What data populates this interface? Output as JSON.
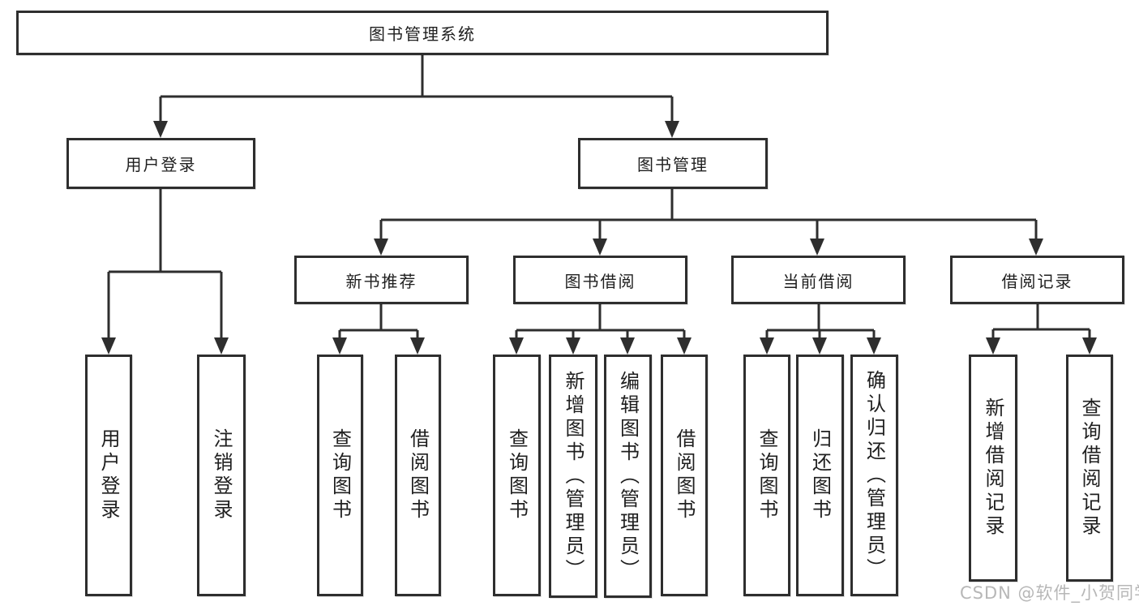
{
  "diagram": {
    "root": {
      "label": "图书管理系统"
    },
    "branches": [
      {
        "label": "用户登录",
        "children": [
          {
            "label": "用户登录"
          },
          {
            "label": "注销登录"
          }
        ]
      },
      {
        "label": "图书管理",
        "children": [
          {
            "label": "新书推荐",
            "children": [
              {
                "label": "查询图书"
              },
              {
                "label": "借阅图书"
              }
            ]
          },
          {
            "label": "图书借阅",
            "children": [
              {
                "label": "查询图书"
              },
              {
                "label": "新增图书（管理员）"
              },
              {
                "label": "编辑图书（管理员）"
              },
              {
                "label": "借阅图书"
              }
            ]
          },
          {
            "label": "当前借阅",
            "children": [
              {
                "label": "查询图书"
              },
              {
                "label": "归还图书"
              },
              {
                "label": "确认归还（管理员）"
              }
            ]
          },
          {
            "label": "借阅记录",
            "children": [
              {
                "label": "新增借阅记录"
              },
              {
                "label": "查询借阅记录"
              }
            ]
          }
        ]
      }
    ]
  },
  "colors": {
    "line": "#2e2e2e",
    "box_border": "#2e2e2e",
    "text": "#1f1f1f",
    "watermark": "#b7b7b7",
    "background": "#ffffff"
  },
  "watermark": {
    "text": "CSDN @软件_小贺同学"
  }
}
